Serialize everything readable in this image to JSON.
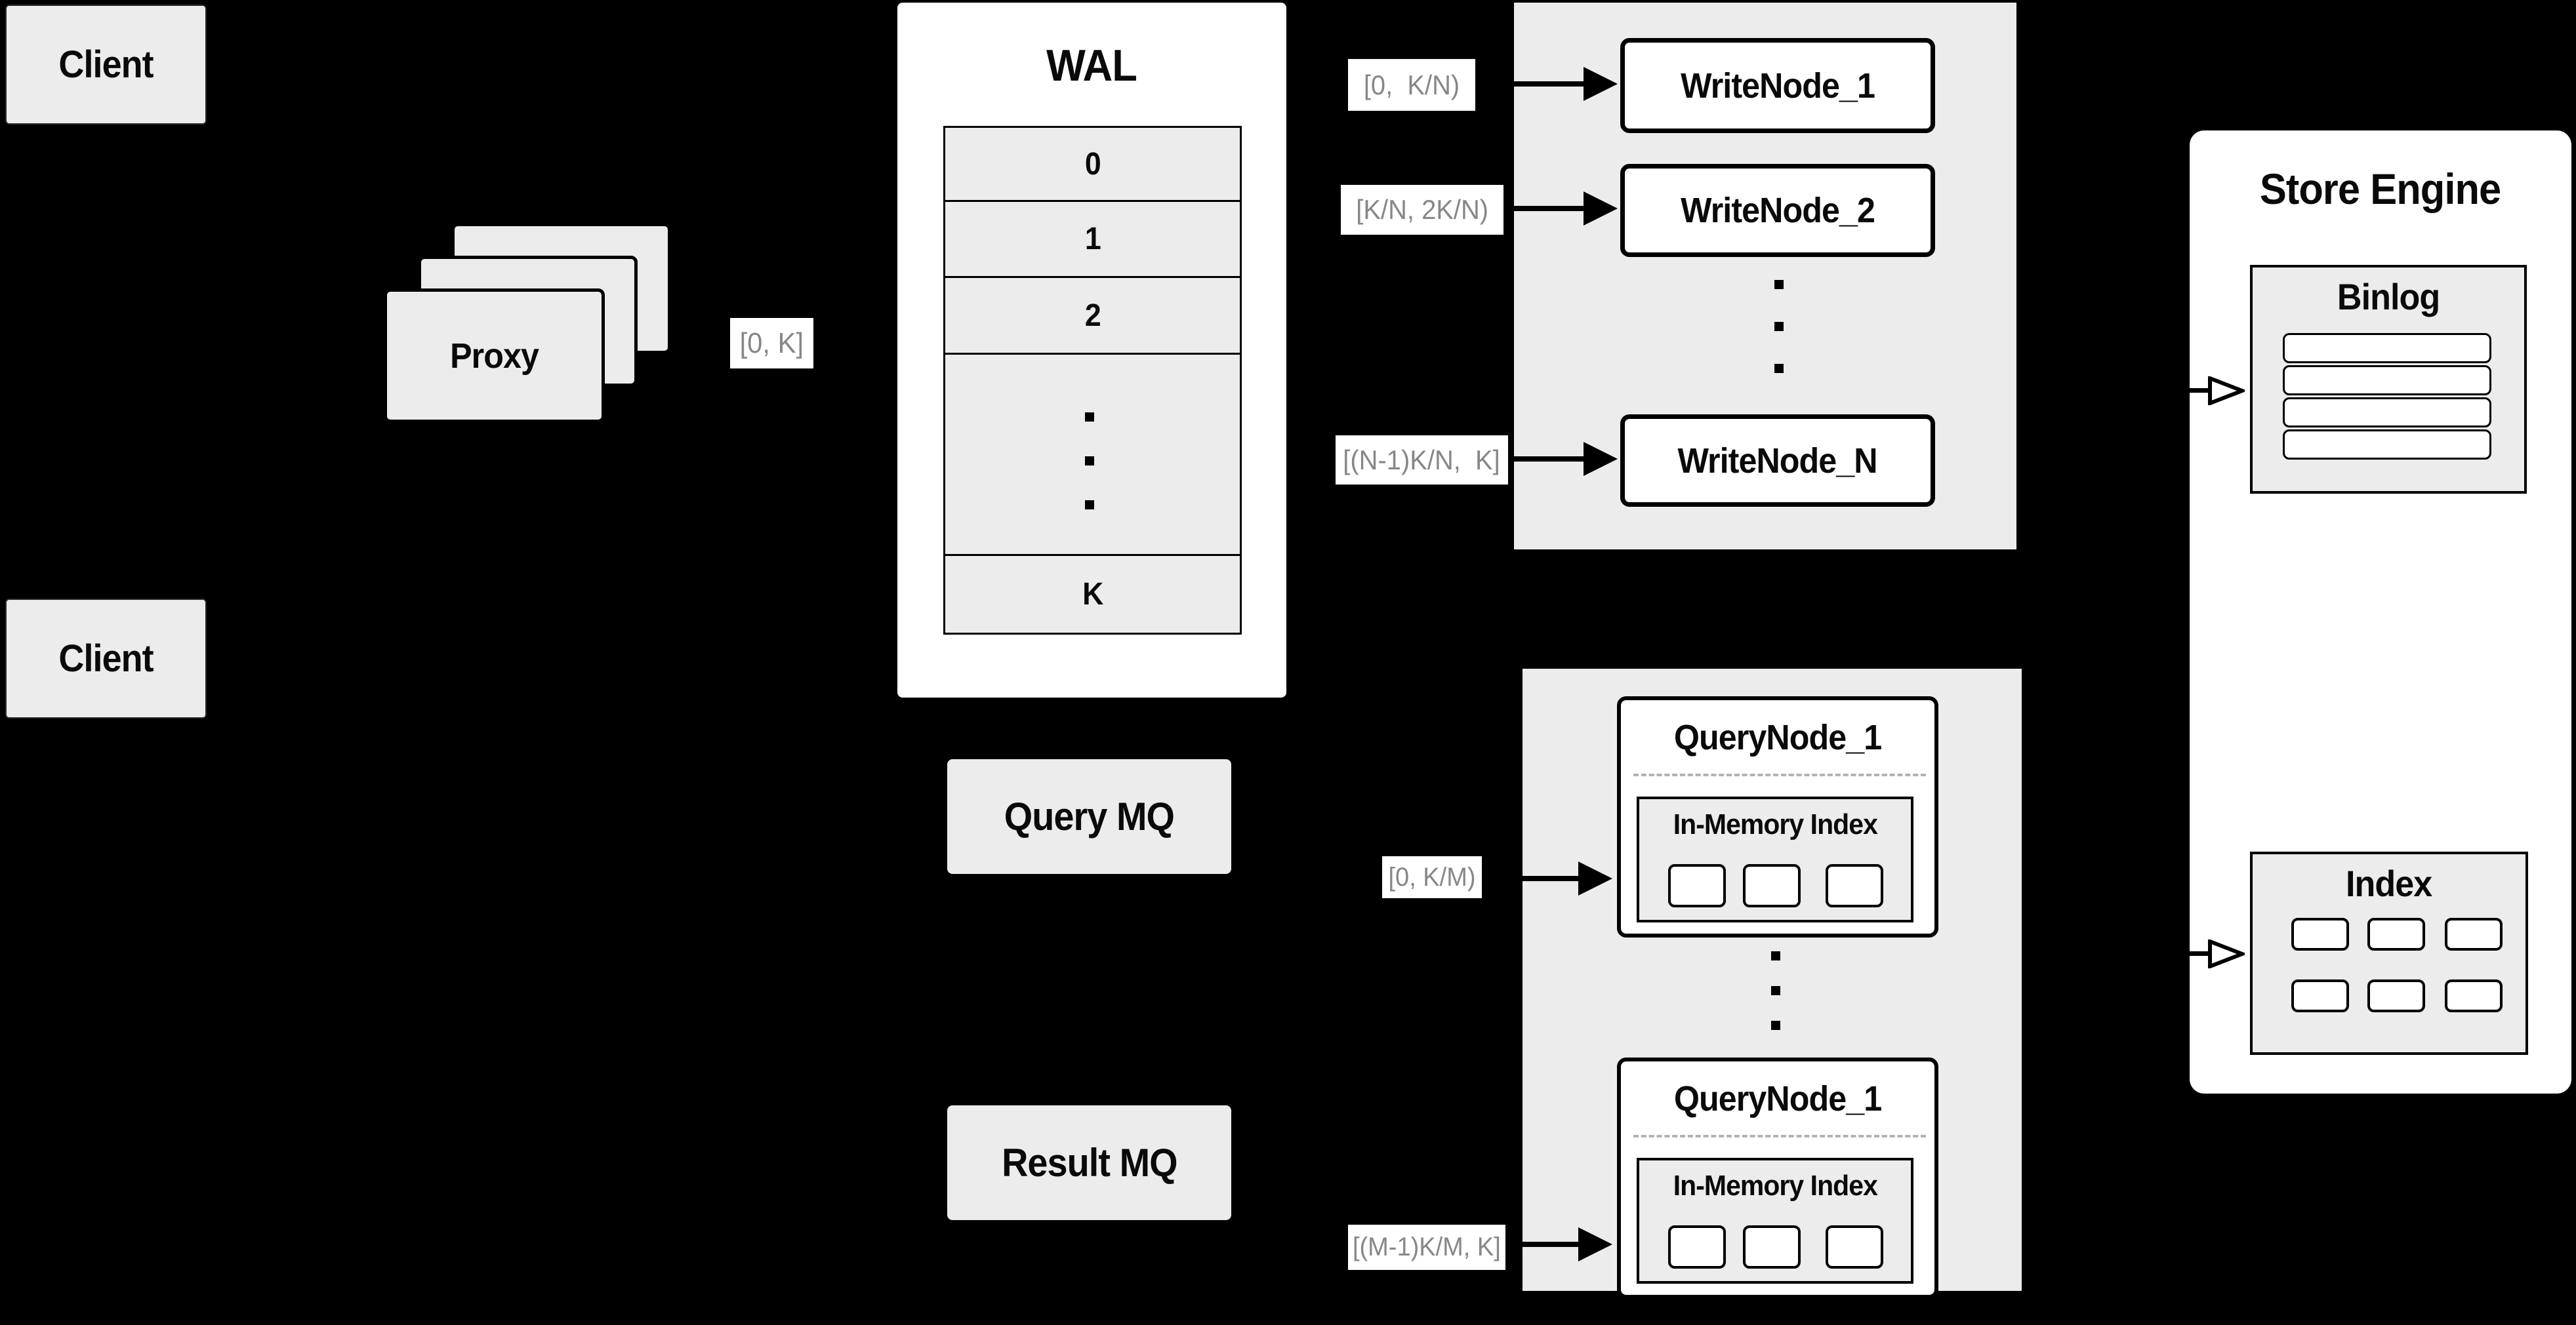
{
  "colors": {
    "background": "#000000",
    "panel_gray": "#ececec",
    "node_white": "#ffffff",
    "border_black": "#000000",
    "range_text_gray": "#878787",
    "dashed_divider_gray": "#b3b3b3"
  },
  "clients": {
    "top_label": "Client",
    "bottom_label": "Client"
  },
  "proxy": {
    "label": "Proxy",
    "range_label": "[0, K]"
  },
  "wal": {
    "title": "WAL",
    "segments": [
      "0",
      "1",
      "2"
    ],
    "last_segment": "K"
  },
  "write_group": {
    "nodes": [
      {
        "name": "WriteNode_1",
        "range_label": "[0,  K/N)"
      },
      {
        "name": "WriteNode_2",
        "range_label": "[K/N, 2K/N)"
      },
      {
        "name": "WriteNode_N",
        "range_label": "[(N-1)K/N,  K]"
      }
    ]
  },
  "mq": {
    "query_label": "Query MQ",
    "result_label": "Result MQ"
  },
  "query_group": {
    "nodes": [
      {
        "name": "QueryNode_1",
        "index_label": "In-Memory Index",
        "range_label": "[0, K/M)"
      },
      {
        "name": "QueryNode_1",
        "index_label": "In-Memory Index",
        "range_label": "[(M-1)K/M, K]"
      }
    ]
  },
  "store_engine": {
    "title": "Store Engine",
    "binlog_label": "Binlog",
    "index_label": "Index"
  }
}
